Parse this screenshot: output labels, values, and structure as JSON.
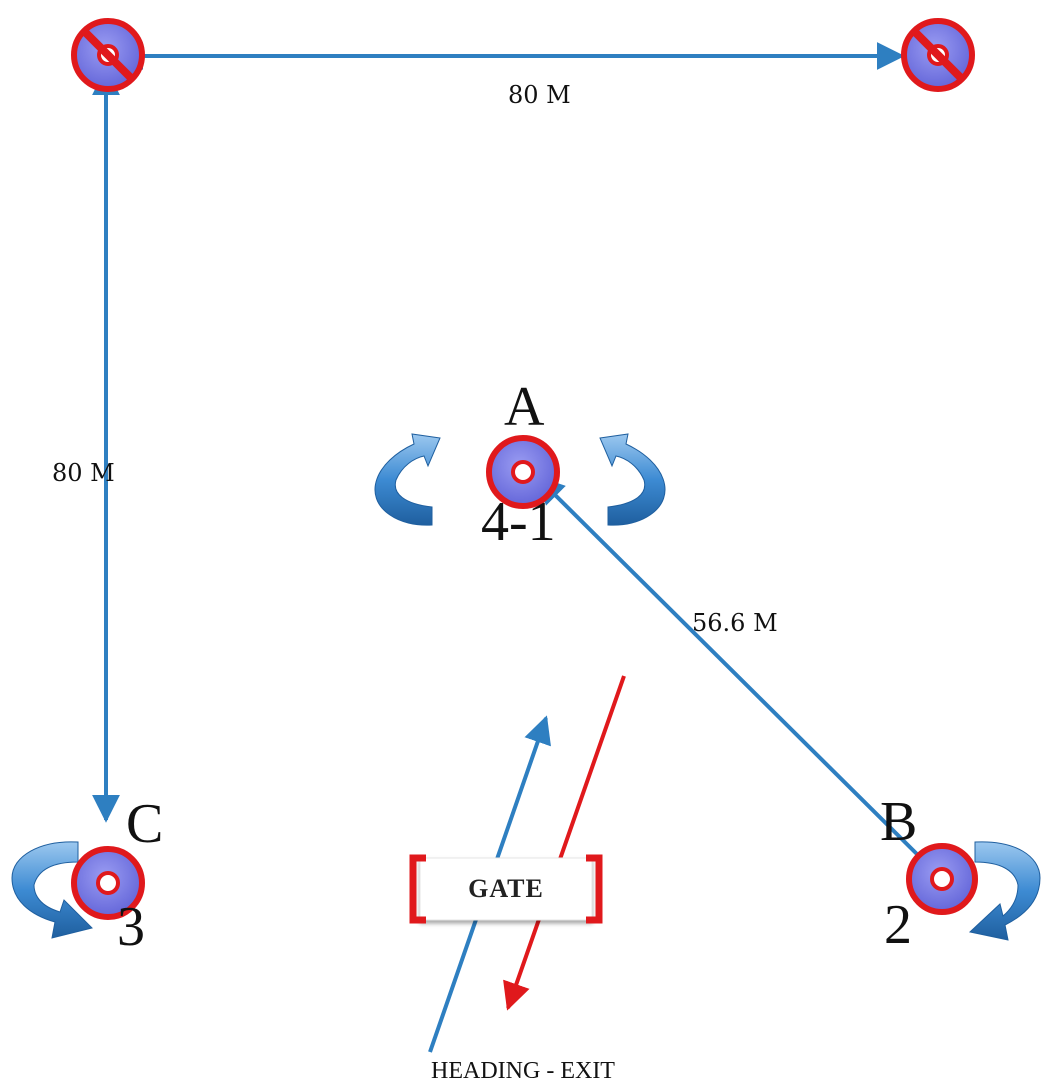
{
  "distances": {
    "top": "80 M",
    "left": "80 M",
    "diagonal": "56.6 M"
  },
  "pylons": {
    "a": {
      "letter": "A",
      "number": "4-1"
    },
    "b": {
      "letter": "B",
      "number": "2"
    },
    "c": {
      "letter": "C",
      "number": "3"
    }
  },
  "gate": {
    "label": "GATE"
  },
  "heading": {
    "label": "HEADING - EXIT"
  },
  "colors": {
    "line_blue": "#2e7fc1",
    "exit_red": "#e0191c",
    "pylon_ring": "#e0191c",
    "pylon_fill": "#7d7fe9",
    "turn_arrow": "#3d8bd3"
  },
  "icons": [
    "no-entry-pylon-icon",
    "pylon-icon",
    "turn-arrow-icon",
    "arrow-icon"
  ]
}
